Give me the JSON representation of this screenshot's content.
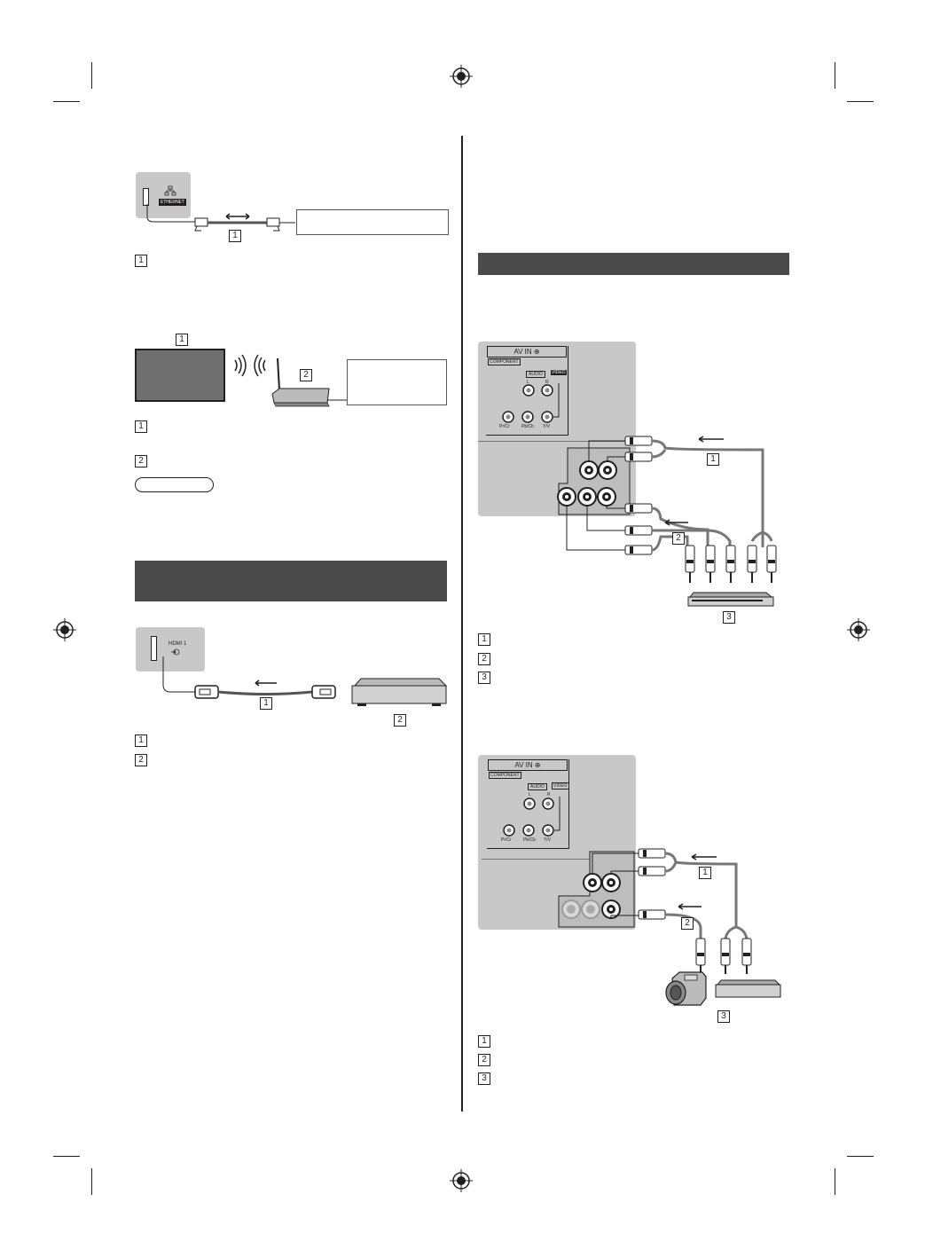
{
  "ethernet_diagram": {
    "port_label": "ETHERNET",
    "callouts": [
      "1"
    ],
    "legend": [
      {
        "num": "1"
      }
    ]
  },
  "wireless_diagram": {
    "callouts": [
      "1",
      "2"
    ],
    "legend": [
      {
        "num": "1"
      },
      {
        "num": "2"
      }
    ]
  },
  "hdmi_diagram": {
    "port_label": "HDMI 1",
    "callouts": [
      "1",
      "2"
    ],
    "legend": [
      {
        "num": "1"
      },
      {
        "num": "2"
      }
    ]
  },
  "component_diagram": {
    "panel_title": "AV IN",
    "component_label": "COMPONENT",
    "audio_label": "AUDIO",
    "video_label": "VIDEO",
    "l_label": "L",
    "r_label": "R",
    "pb_label": "Pb/Cb",
    "pr_label": "Pr/Cr",
    "y_label": "Y/V",
    "callouts": [
      "1",
      "2",
      "3"
    ],
    "legend": [
      {
        "num": "1"
      },
      {
        "num": "2"
      },
      {
        "num": "3"
      }
    ]
  },
  "composite_diagram": {
    "panel_title": "AV IN",
    "component_label": "COMPONENT",
    "audio_label": "AUDIO",
    "video_label": "VIDEO",
    "l_label": "L",
    "r_label": "R",
    "pb_label": "Pb/Cb",
    "pr_label": "Pr/Cr",
    "y_label": "Y/V",
    "callouts": [
      "1",
      "2",
      "3"
    ],
    "legend": [
      {
        "num": "1"
      },
      {
        "num": "2"
      },
      {
        "num": "3"
      }
    ]
  }
}
